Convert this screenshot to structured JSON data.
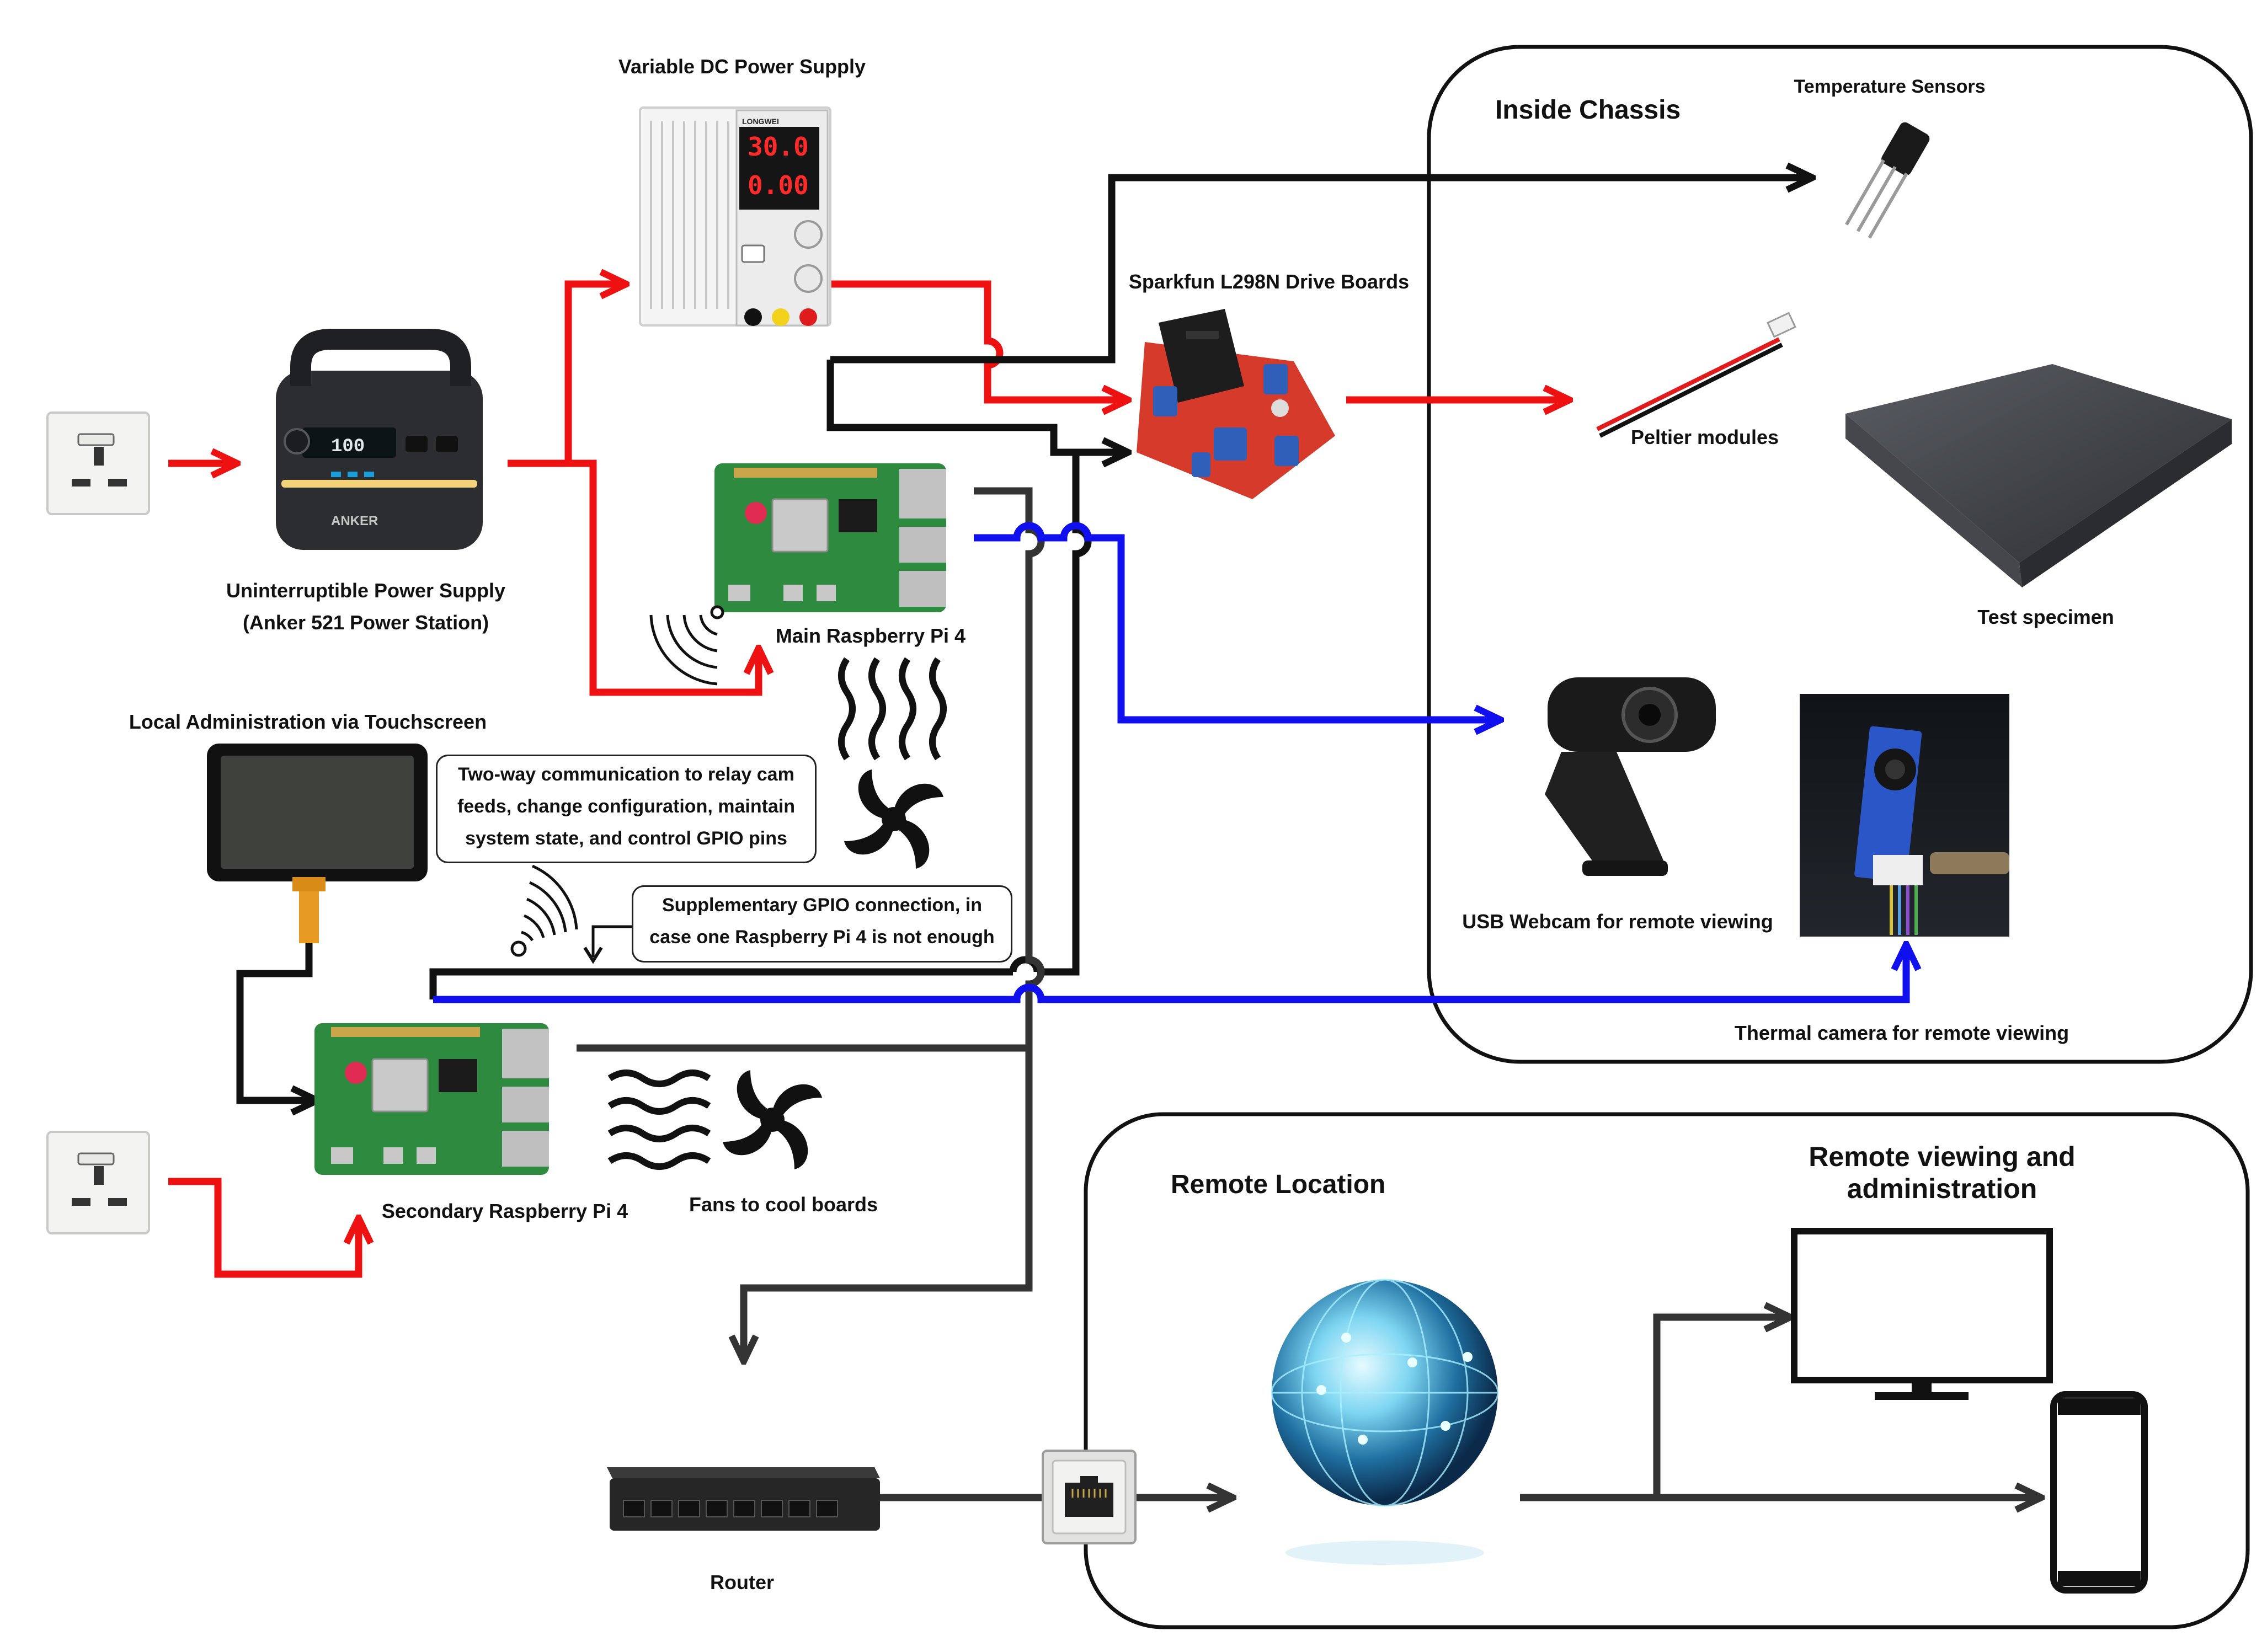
{
  "diagram": {
    "components": {
      "power_supply": "Variable DC Power Supply",
      "ups_line1": "Uninterruptible Power Supply",
      "ups_line2": "(Anker 521 Power Station)",
      "main_pi": "Main Raspberry Pi 4",
      "secondary_pi": "Secondary Raspberry Pi 4",
      "touchscreen": "Local Administration via Touchscreen",
      "drive_boards": "Sparkfun L298N Drive Boards",
      "temperature_sensors": "Temperature Sensors",
      "peltier": "Peltier modules",
      "test_specimen": "Test specimen",
      "webcam": "USB Webcam for remote viewing",
      "thermal_camera": "Thermal camera for remote viewing",
      "fans": "Fans to cool boards",
      "router": "Router",
      "remote_viewing_line1": "Remote viewing and",
      "remote_viewing_line2": "administration"
    },
    "regions": {
      "chassis": "Inside Chassis",
      "remote": "Remote Location"
    },
    "callouts": {
      "two_way_line1": "Two-way communication to relay cam",
      "two_way_line2": "feeds, change configuration, maintain",
      "two_way_line3": "system state, and control GPIO pins",
      "gpio_line1": "Supplementary GPIO connection, in",
      "gpio_line2": "case one Raspberry Pi 4 is not enough"
    },
    "device_text": {
      "psu_brand": "LONGWEI",
      "psu_volts": "30.0",
      "psu_amps": "0.00",
      "ups_display": "100",
      "ups_brand": "ANKER"
    },
    "colors": {
      "power": "#ee1111",
      "data": "#1010ee",
      "gpio": "#111111",
      "network": "#333333"
    }
  }
}
